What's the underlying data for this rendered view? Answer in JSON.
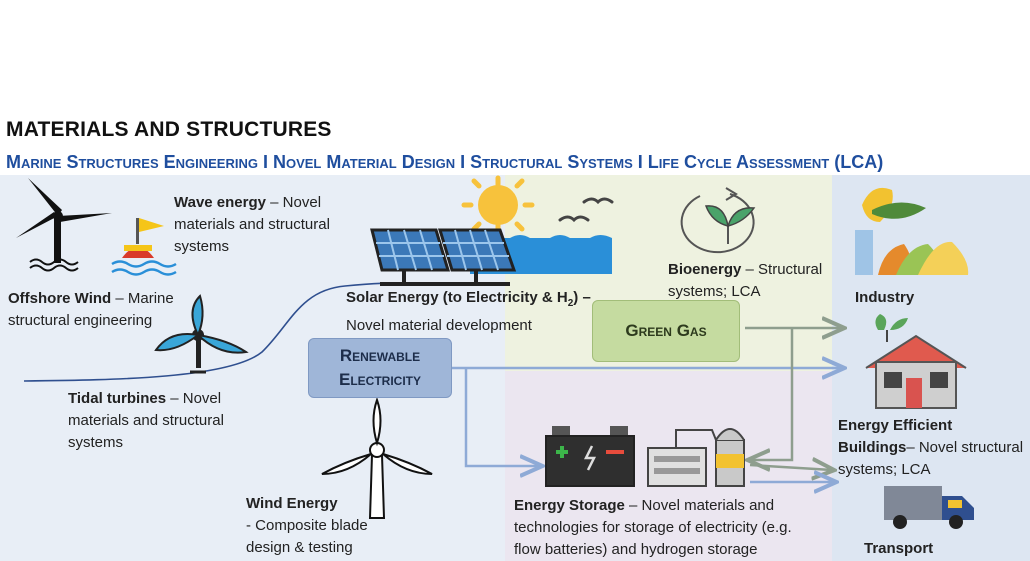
{
  "header": {
    "title": "MATERIALS AND STRUCTURES",
    "subtitle": "Marine Structures Engineering  I  Novel Material Design  I  Structural Systems  I  Life Cycle Assessment (LCA)"
  },
  "colors": {
    "left_bg": "#e8eef6",
    "green_bg": "#eef2e0",
    "purple_bg": "#ebe6f0",
    "right_bg": "#dde6f2",
    "renewable_box": "#9fb6d8",
    "green_gas_box": "#c5dba0",
    "arrow_blue": "#8eaad6",
    "arrow_green": "#8e9e8e",
    "subtitle_blue": "#1f4e9e"
  },
  "labels": {
    "wave_bold": "Wave energy",
    "wave_rest": " – Novel materials and structural systems",
    "offshore_bold": "Offshore Wind",
    "offshore_rest": " – Marine structural engineering",
    "solar_bold": "Solar Energy  (to Electricity & H",
    "solar_sub": "2",
    "solar_bold2": ") –",
    "solar_rest": "Novel material development",
    "bio_bold": "Bioenergy",
    "bio_rest": " – Structural systems; LCA",
    "tidal_bold": "Tidal turbines",
    "tidal_rest": " – Novel materials and structural systems",
    "wind_bold": "Wind Energy",
    "wind_rest": "- Composite blade design & testing",
    "storage_bold": "Energy Storage",
    "storage_rest": " – Novel materials and technologies for storage of electricity (e.g. flow batteries) and hydrogen storage",
    "industry": "Industry",
    "buildings_bold": "Energy Efficient Buildings",
    "buildings_rest": "– Novel structural systems; LCA",
    "transport": "Transport"
  },
  "boxes": {
    "renewable": "Renewable Electricity",
    "green_gas": "Green Gas"
  },
  "icons": [
    "wind-turbine-icon",
    "buoy-icon",
    "tidal-turbine-icon",
    "solar-panel-icon",
    "sun-icon",
    "birds-icon",
    "sea-icon",
    "bioenergy-icon",
    "industry-icon",
    "house-icon",
    "battery-icon",
    "hydrogen-tank-icon",
    "truck-icon"
  ]
}
